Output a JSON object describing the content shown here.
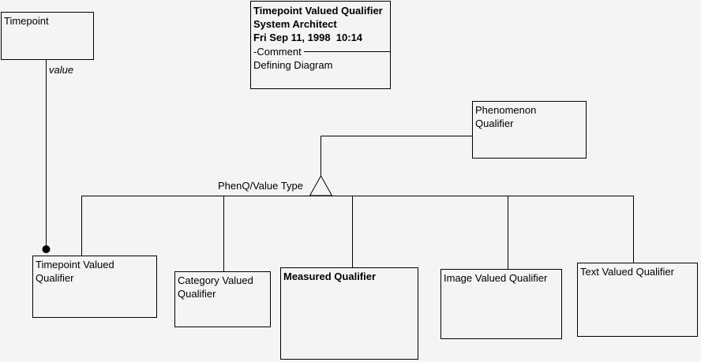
{
  "header_block": {
    "title": "Timepoint Valued Qualifier",
    "application": "System Architect",
    "timestamp": "Fri Sep 11, 1998  10:14",
    "comment_label": "-Comment",
    "comment_value": "Defining Diagram"
  },
  "nodes": {
    "timepoint": {
      "label": "Timepoint"
    },
    "phenomenon_qualifier": {
      "label": "Phenomenon Qualifier"
    },
    "timepoint_valued_qualifier": {
      "label": "Timepoint Valued Qualifier"
    },
    "category_valued_qualifier": {
      "label": "Category Valued Qualifier"
    },
    "measured_qualifier": {
      "label": "Measured Qualifier"
    },
    "image_valued_qualifier": {
      "label": "Image Valued Qualifier"
    },
    "text_valued_qualifier": {
      "label": "Text Valued Qualifier"
    }
  },
  "edge_labels": {
    "value": "value",
    "subtype": "PhenQ/Value Type"
  },
  "colors": {
    "background": "#f4f4f4",
    "line": "#000000",
    "text": "#000000"
  }
}
